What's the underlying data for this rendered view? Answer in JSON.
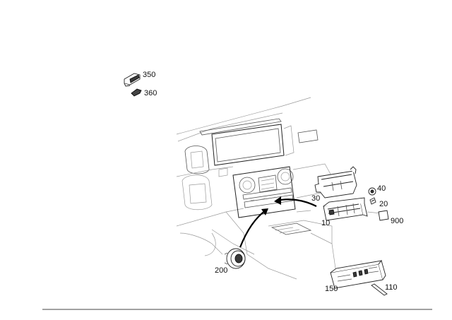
{
  "parts": [
    {
      "id": "350",
      "label": "350"
    },
    {
      "id": "360",
      "label": "360"
    },
    {
      "id": "30",
      "label": "30"
    },
    {
      "id": "40",
      "label": "40"
    },
    {
      "id": "20",
      "label": "20"
    },
    {
      "id": "10",
      "label": "10"
    },
    {
      "id": "900",
      "label": "900"
    },
    {
      "id": "200",
      "label": "200"
    },
    {
      "id": "150",
      "label": "150"
    },
    {
      "id": "110",
      "label": "110"
    }
  ]
}
